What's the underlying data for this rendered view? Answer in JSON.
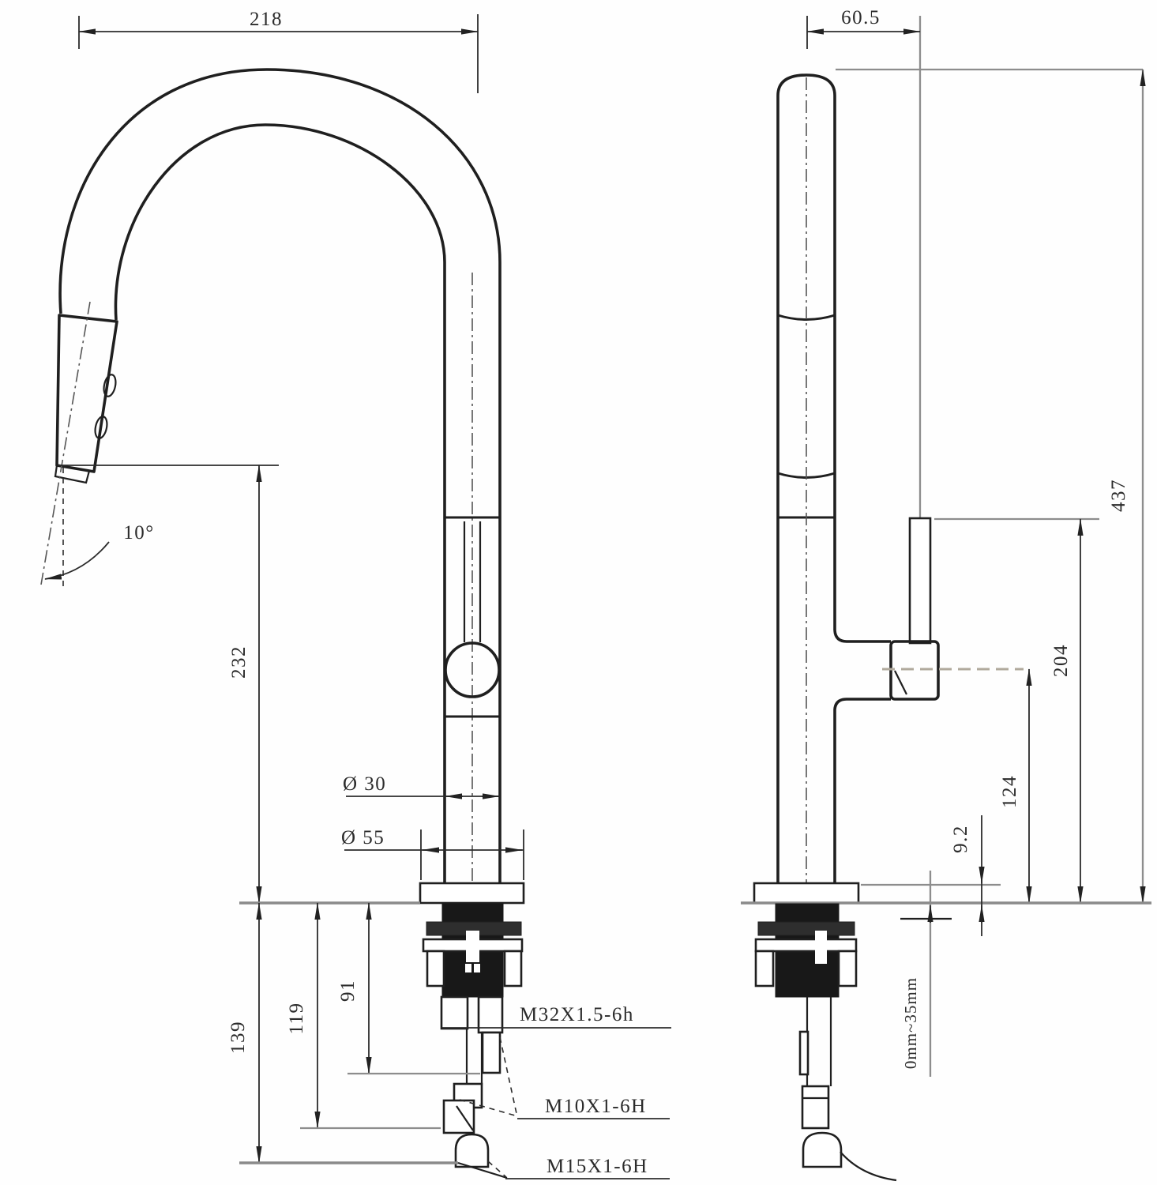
{
  "drawing": {
    "title": "pull-down kitchen faucet dimension drawing",
    "background": "#fefefe",
    "line_color": "#1f1f1f",
    "guide_color": "#8d8d8d"
  },
  "dimensions": {
    "front_reach": "218",
    "front_spout_height": "232",
    "front_head_angle": "10°",
    "front_spout_diameter": "Ø 30",
    "front_base_diameter": "Ø 55",
    "front_under_1": "91",
    "front_under_2": "119",
    "front_under_3": "139",
    "thread_shank": "M32X1.5-6h",
    "thread_stud": "M10X1-6H",
    "thread_hose": "M15X1-6H",
    "side_offset": "60.5",
    "side_total_height": "437",
    "side_outlet_height": "204",
    "side_handle_height": "124",
    "side_base_height": "9.2",
    "side_deck_range": "0mm~35mm"
  }
}
